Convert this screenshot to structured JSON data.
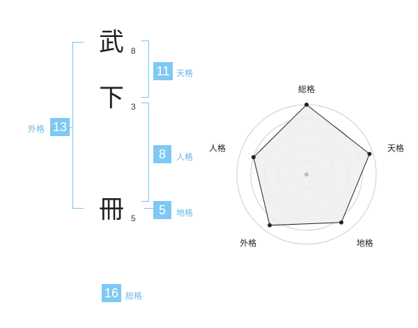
{
  "name_chars": [
    {
      "char": "武",
      "strokes": "8"
    },
    {
      "char": "下",
      "strokes": "3"
    },
    {
      "char": "冊",
      "strokes": "5"
    }
  ],
  "fortunes": {
    "tenkaku": {
      "value": "11",
      "label": "天格"
    },
    "jinkaku": {
      "value": "8",
      "label": "人格"
    },
    "chikaku": {
      "value": "5",
      "label": "地格"
    },
    "gaikaku": {
      "value": "13",
      "label": "外格"
    },
    "soukaku": {
      "value": "16",
      "label": "総格"
    }
  },
  "chart_data": {
    "type": "radar",
    "axes": [
      "総格",
      "天格",
      "地格",
      "外格",
      "人格"
    ],
    "values": [
      1.0,
      0.95,
      0.85,
      0.9,
      0.8
    ],
    "range": [
      0,
      1
    ],
    "rings": 5,
    "colors": {
      "fill": "#eeeeee",
      "line": "#222222",
      "grid": "#cccccc",
      "center": "#bbbbbb"
    }
  }
}
